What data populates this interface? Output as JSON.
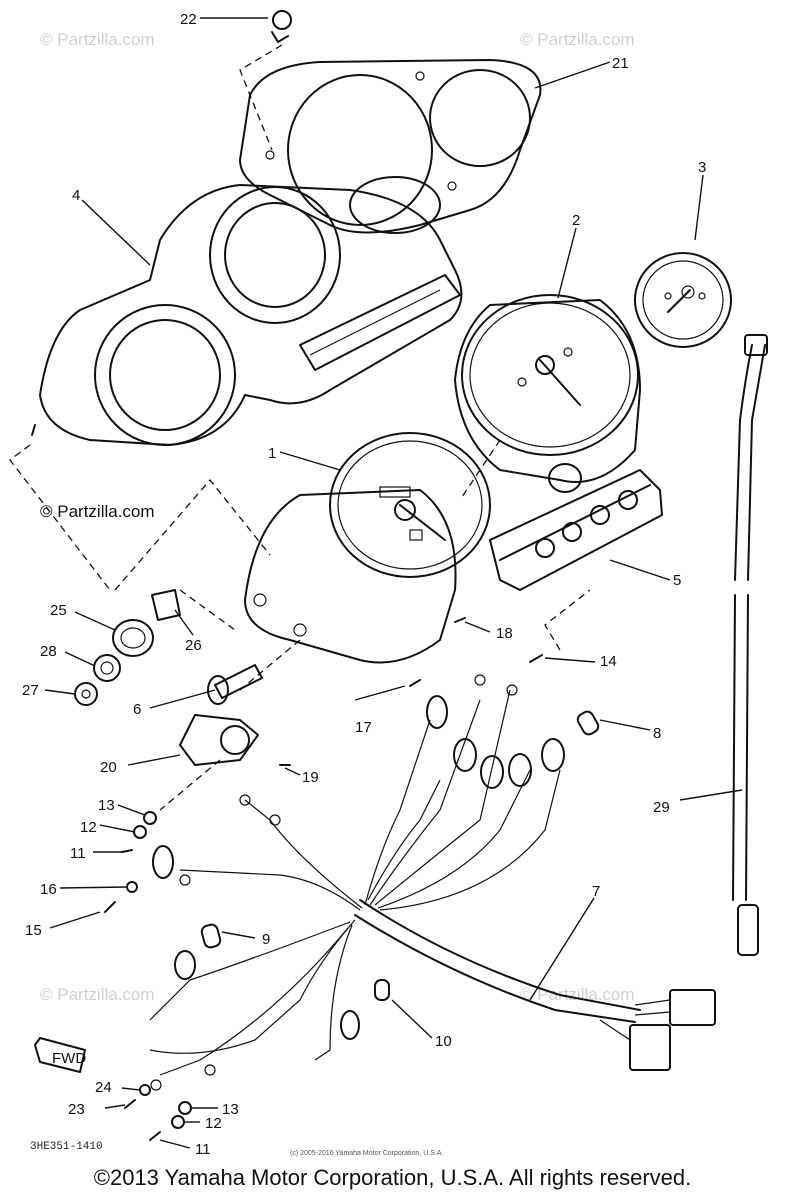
{
  "watermark": "© Partzilla.com",
  "watermark_left": "© Partzilla.com",
  "part_code": "3HE351-1410",
  "fwd_label": "FWD",
  "small_copyright": "(c) 2005-2016 Yamaha Motor Corporation, U.S.A.",
  "copyright": "©2013 Yamaha Motor Corporation, U.S.A. All rights reserved.",
  "callouts": {
    "c1": "1",
    "c2": "2",
    "c3": "3",
    "c4": "4",
    "c5": "5",
    "c6": "6",
    "c7": "7",
    "c8": "8",
    "c9": "9",
    "c10": "10",
    "c11a": "11",
    "c11b": "11",
    "c12a": "12",
    "c12b": "12",
    "c13a": "13",
    "c13b": "13",
    "c14": "14",
    "c15": "15",
    "c16": "16",
    "c17": "17",
    "c18": "18",
    "c19": "19",
    "c20": "20",
    "c21": "21",
    "c22": "22",
    "c23": "23",
    "c24": "24",
    "c25": "25",
    "c26": "26",
    "c27": "27",
    "c28": "28",
    "c29": "29"
  }
}
